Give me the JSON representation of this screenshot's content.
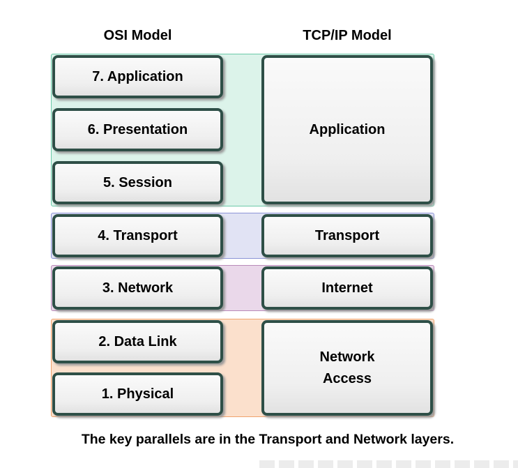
{
  "headings": {
    "osi": "OSI Model",
    "tcpip": "TCP/IP Model"
  },
  "bands": {
    "application": {
      "fill": "#dcf3ea",
      "border": "#6ac9a8"
    },
    "transport": {
      "fill": "#e1e3f4",
      "border": "#8b93d6"
    },
    "internet": {
      "fill": "#ead8ea",
      "border": "#b98ab9"
    },
    "network_access": {
      "fill": "#fbe0cc",
      "border": "#f0a36c"
    }
  },
  "osi_layers": [
    "7. Application",
    "6. Presentation",
    "5. Session",
    "4. Transport",
    "3. Network",
    "2. Data Link",
    "1. Physical"
  ],
  "tcpip_layers": {
    "application": "Application",
    "transport": "Transport",
    "internet": "Internet",
    "network_access_line1": "Network",
    "network_access_line2": "Access"
  },
  "caption": "The key parallels are in the Transport and Network layers."
}
